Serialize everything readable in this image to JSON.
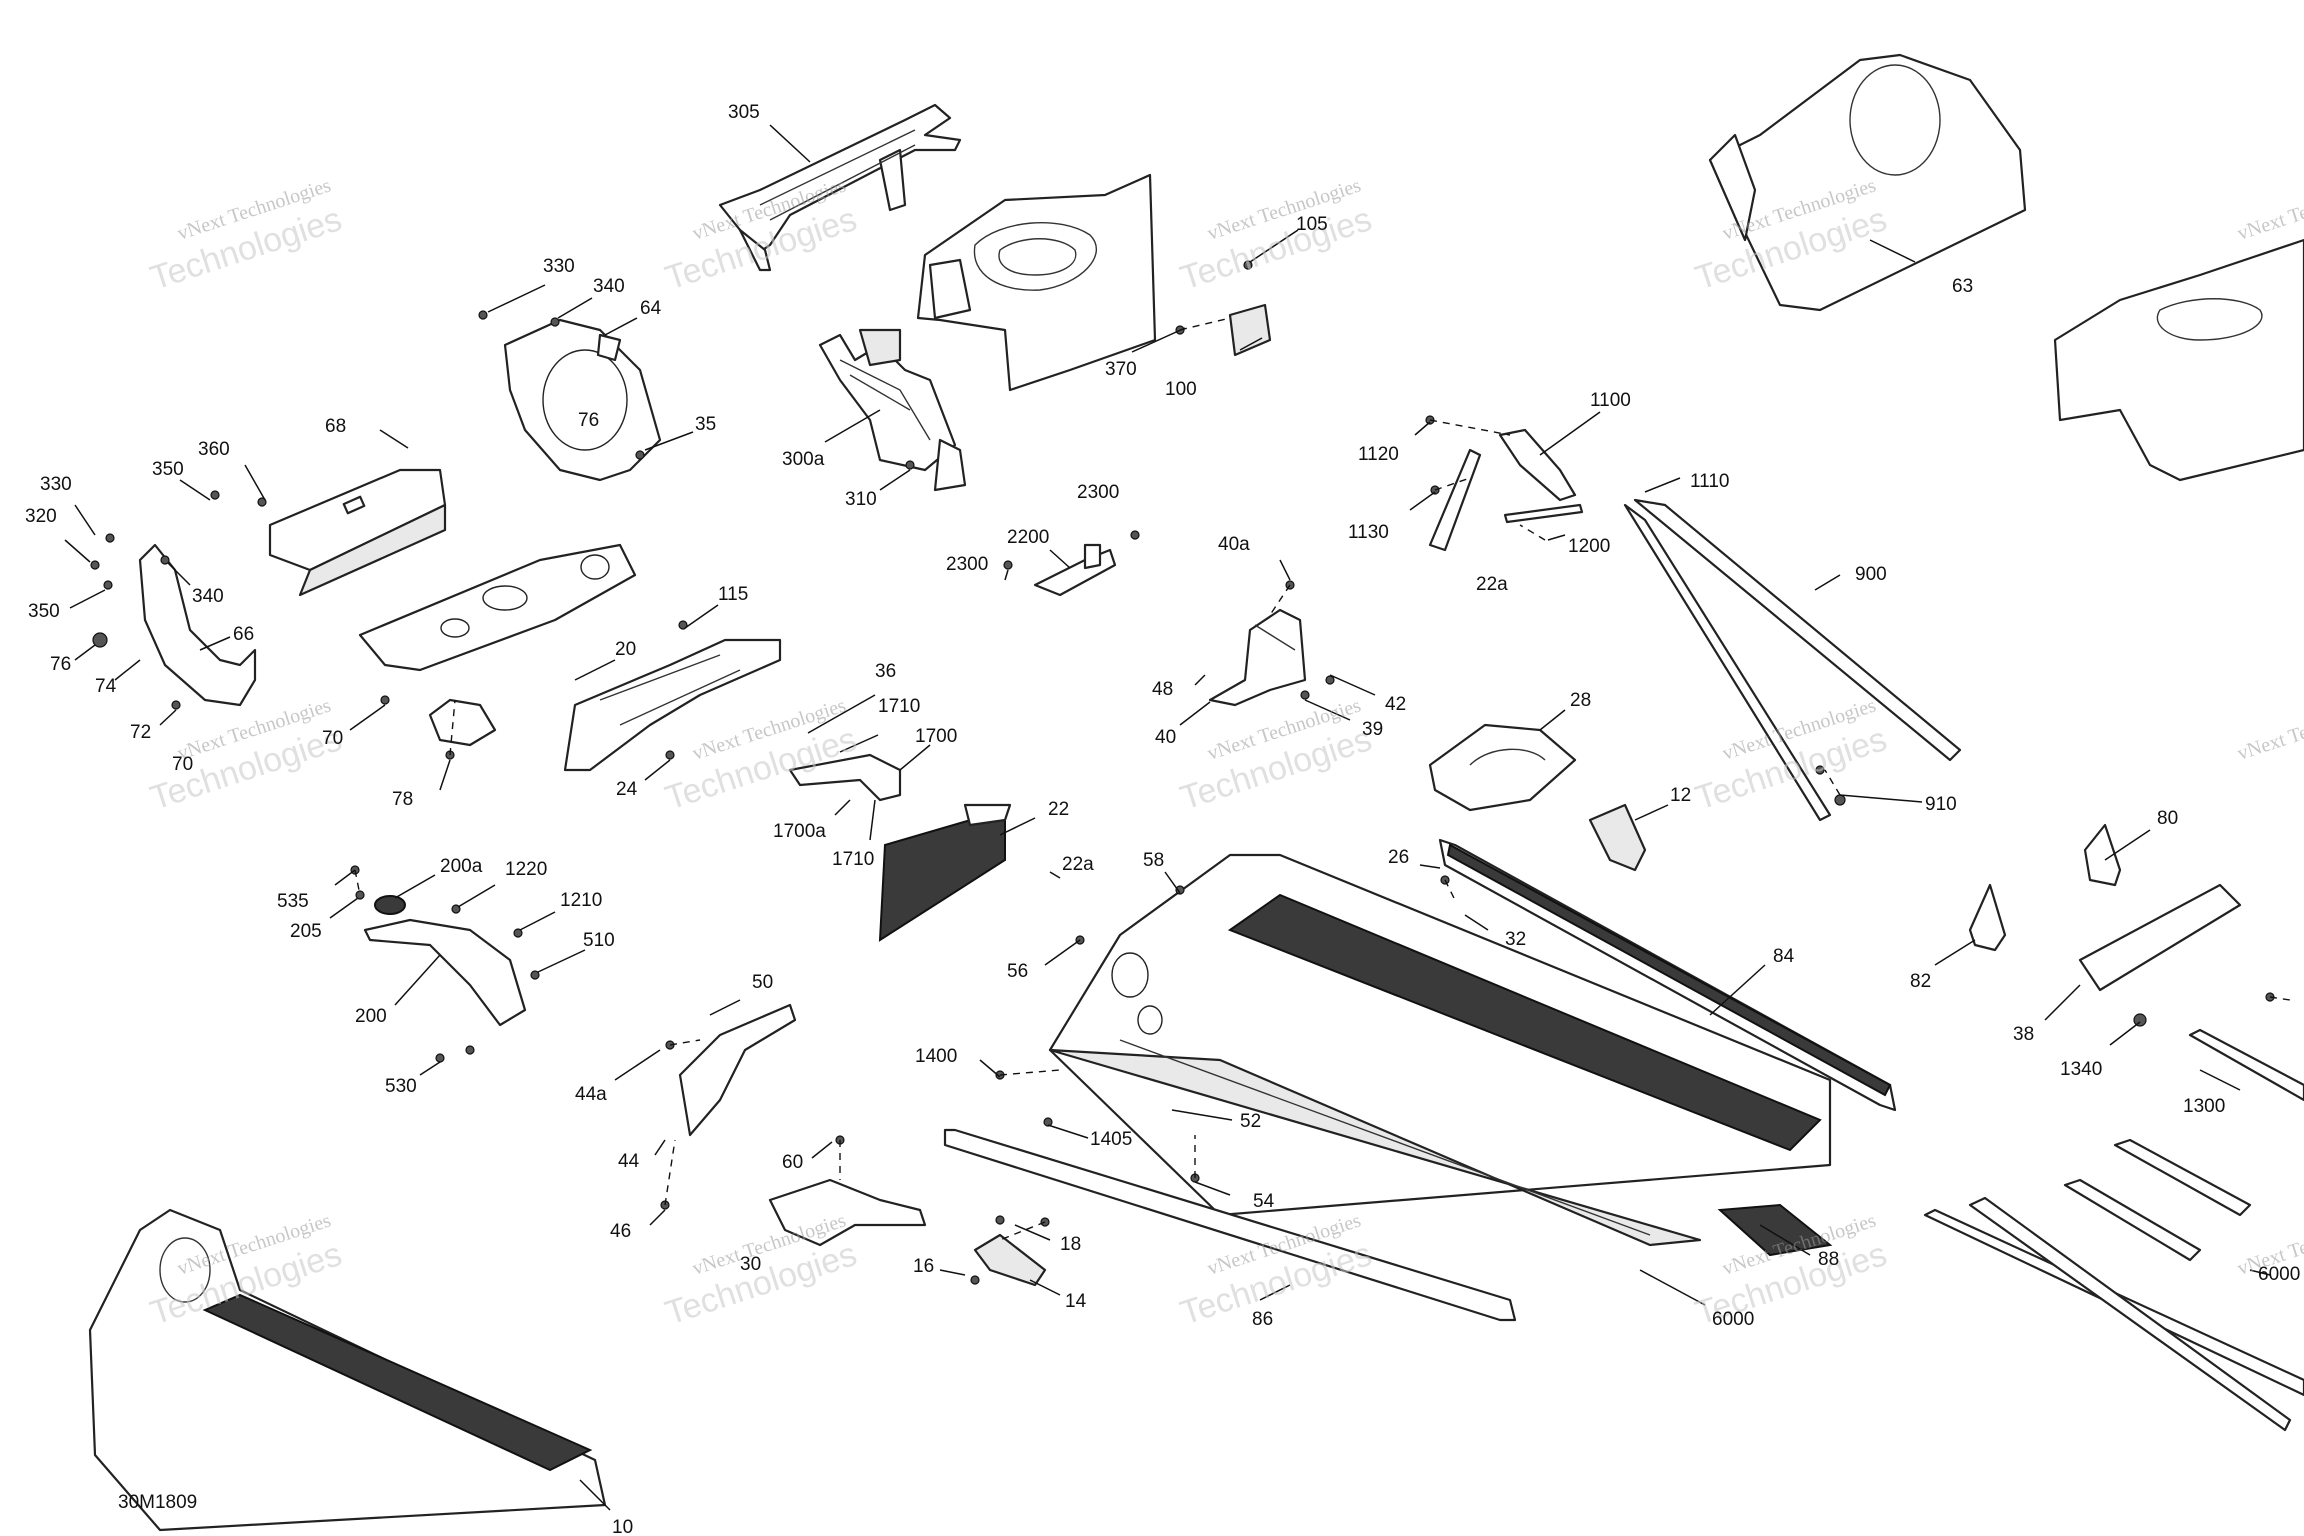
{
  "diagram": {
    "drawing_code": "30M1809",
    "watermark": {
      "line1": "vNext Technologies",
      "line2": "Technologies"
    },
    "callouts": [
      {
        "id": "c305",
        "text": "305"
      },
      {
        "id": "c330a",
        "text": "330"
      },
      {
        "id": "c340a",
        "text": "340"
      },
      {
        "id": "c64",
        "text": "64"
      },
      {
        "id": "c76a",
        "text": "76"
      },
      {
        "id": "c35",
        "text": "35"
      },
      {
        "id": "c105",
        "text": "105"
      },
      {
        "id": "c370",
        "text": "370"
      },
      {
        "id": "c100",
        "text": "100"
      },
      {
        "id": "c300a",
        "text": "300a"
      },
      {
        "id": "c310",
        "text": "310"
      },
      {
        "id": "c63",
        "text": "63"
      },
      {
        "id": "c360",
        "text": "360"
      },
      {
        "id": "c68",
        "text": "68"
      },
      {
        "id": "c350a",
        "text": "350"
      },
      {
        "id": "c330b",
        "text": "330"
      },
      {
        "id": "c320",
        "text": "320"
      },
      {
        "id": "c350b",
        "text": "350"
      },
      {
        "id": "c340b",
        "text": "340"
      },
      {
        "id": "c76b",
        "text": "76"
      },
      {
        "id": "c74",
        "text": "74"
      },
      {
        "id": "c66",
        "text": "66"
      },
      {
        "id": "c72",
        "text": "72"
      },
      {
        "id": "c70a",
        "text": "70"
      },
      {
        "id": "c70b",
        "text": "70"
      },
      {
        "id": "c78",
        "text": "78"
      },
      {
        "id": "c20",
        "text": "20"
      },
      {
        "id": "c115",
        "text": "115"
      },
      {
        "id": "c24",
        "text": "24"
      },
      {
        "id": "c36",
        "text": "36"
      },
      {
        "id": "c1710a",
        "text": "1710"
      },
      {
        "id": "c1700",
        "text": "1700"
      },
      {
        "id": "c1700a",
        "text": "1700a"
      },
      {
        "id": "c1710b",
        "text": "1710"
      },
      {
        "id": "c2300a",
        "text": "2300"
      },
      {
        "id": "c2200",
        "text": "2200"
      },
      {
        "id": "c2300b",
        "text": "2300"
      },
      {
        "id": "c22",
        "text": "22"
      },
      {
        "id": "c22a",
        "text": "22a"
      },
      {
        "id": "c1120",
        "text": "1120"
      },
      {
        "id": "c1100",
        "text": "1100"
      },
      {
        "id": "c1130",
        "text": "1130"
      },
      {
        "id": "c1200",
        "text": "1200"
      },
      {
        "id": "c22a2",
        "text": "22a"
      },
      {
        "id": "c1110",
        "text": "1110"
      },
      {
        "id": "c900",
        "text": "900"
      },
      {
        "id": "c910",
        "text": "910"
      },
      {
        "id": "c40a",
        "text": "40a"
      },
      {
        "id": "c48",
        "text": "48"
      },
      {
        "id": "c40",
        "text": "40"
      },
      {
        "id": "c42",
        "text": "42"
      },
      {
        "id": "c39",
        "text": "39"
      },
      {
        "id": "c28",
        "text": "28"
      },
      {
        "id": "c12",
        "text": "12"
      },
      {
        "id": "c26",
        "text": "26"
      },
      {
        "id": "c32",
        "text": "32"
      },
      {
        "id": "c84",
        "text": "84"
      },
      {
        "id": "c58",
        "text": "58"
      },
      {
        "id": "c56",
        "text": "56"
      },
      {
        "id": "c1400",
        "text": "1400"
      },
      {
        "id": "c1405",
        "text": "1405"
      },
      {
        "id": "c52",
        "text": "52"
      },
      {
        "id": "c54",
        "text": "54"
      },
      {
        "id": "c88",
        "text": "88"
      },
      {
        "id": "c6000a",
        "text": "6000"
      },
      {
        "id": "c86",
        "text": "86"
      },
      {
        "id": "c18",
        "text": "18"
      },
      {
        "id": "c16",
        "text": "16"
      },
      {
        "id": "c14",
        "text": "14"
      },
      {
        "id": "c60",
        "text": "60"
      },
      {
        "id": "c30",
        "text": "30"
      },
      {
        "id": "c46",
        "text": "46"
      },
      {
        "id": "c44",
        "text": "44"
      },
      {
        "id": "c44a",
        "text": "44a"
      },
      {
        "id": "c50",
        "text": "50"
      },
      {
        "id": "c535",
        "text": "535"
      },
      {
        "id": "c205",
        "text": "205"
      },
      {
        "id": "c200a",
        "text": "200a"
      },
      {
        "id": "c1220",
        "text": "1220"
      },
      {
        "id": "c1210",
        "text": "1210"
      },
      {
        "id": "c510",
        "text": "510"
      },
      {
        "id": "c200",
        "text": "200"
      },
      {
        "id": "c530",
        "text": "530"
      },
      {
        "id": "c80",
        "text": "80"
      },
      {
        "id": "c82",
        "text": "82"
      },
      {
        "id": "c38",
        "text": "38"
      },
      {
        "id": "c1340",
        "text": "1340"
      },
      {
        "id": "c1300",
        "text": "1300"
      },
      {
        "id": "c6000b",
        "text": "6000"
      },
      {
        "id": "c10",
        "text": "10"
      }
    ]
  }
}
